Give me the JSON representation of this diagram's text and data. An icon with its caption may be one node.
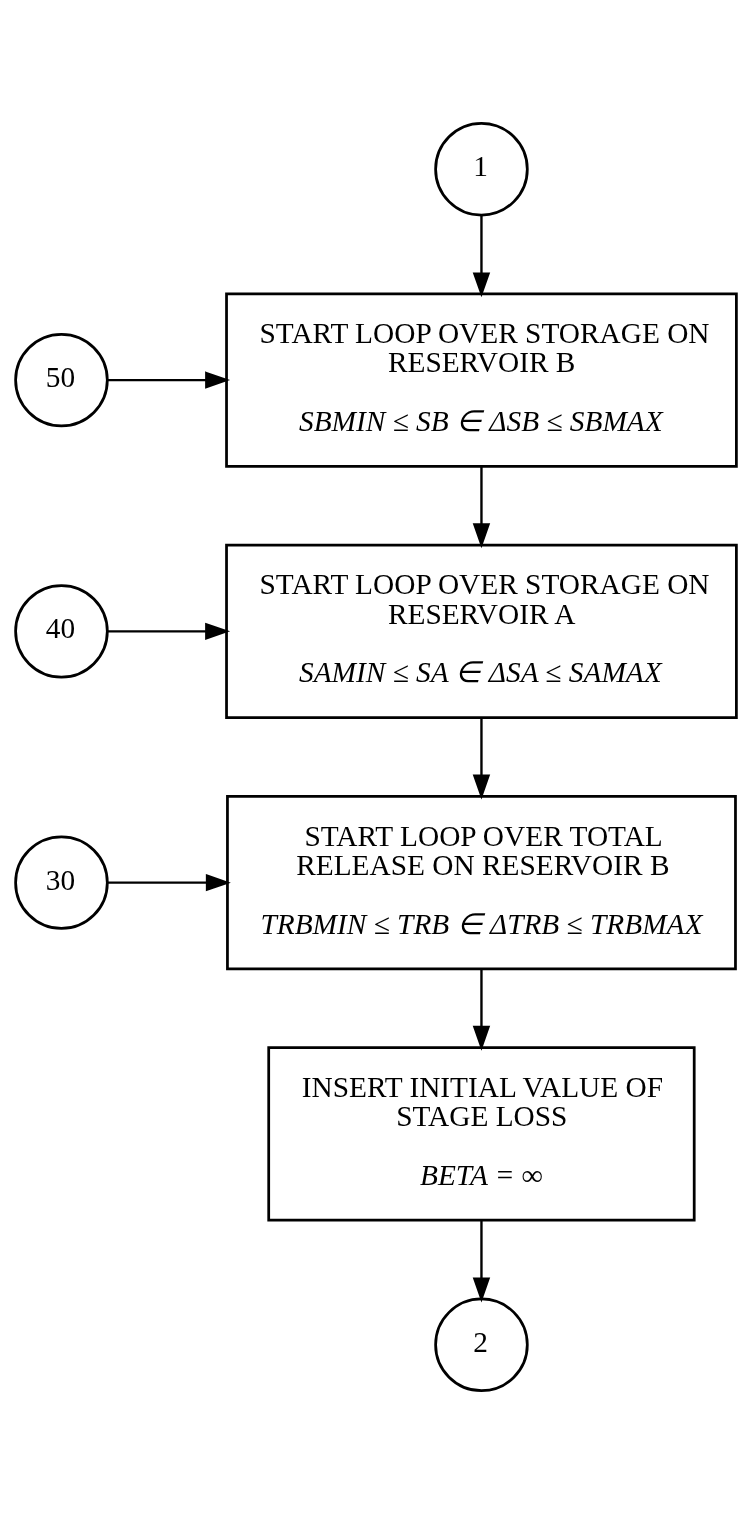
{
  "diagram": {
    "nodes": [
      {
        "text": [
          "1"
        ]
      },
      {
        "text": [
          "START LOOP OVER STORAGE ON RESERVOIR B",
          "SBMIN ≤ SB ∈ ΔSB ≤ SBMAX"
        ]
      },
      {
        "text": [
          "50"
        ]
      },
      {
        "text": [
          "START LOOP OVER STORAGE ON RESERVOIR A",
          "SAMIN ≤ SA ∈ ΔSA ≤ SAMAX"
        ]
      },
      {
        "text": [
          "40"
        ]
      },
      {
        "text": [
          "START LOOP OVER TOTAL RELEASE ON RESERVOIR B",
          "TRBMIN ≤ TRB ∈ ΔTRB ≤ TRBMAX"
        ]
      },
      {
        "text": [
          "30"
        ]
      },
      {
        "text": [
          "INSERT INITIAL VALUE OF STAGE LOSS",
          "BETA = ∞"
        ]
      },
      {
        "text": [
          "2"
        ]
      }
    ],
    "edges": [
      {
        "from": 0,
        "to": 1,
        "arrow": "to"
      },
      {
        "from": 2,
        "to": 1,
        "arrow": "to"
      },
      {
        "from": 1,
        "to": 3,
        "arrow": "to"
      },
      {
        "from": 4,
        "to": 3,
        "arrow": "to"
      },
      {
        "from": 3,
        "to": 5,
        "arrow": "to"
      },
      {
        "from": 6,
        "to": 5,
        "arrow": "to"
      },
      {
        "from": 5,
        "to": 7,
        "arrow": "to"
      },
      {
        "from": 7,
        "to": 8,
        "arrow": "to"
      }
    ]
  }
}
